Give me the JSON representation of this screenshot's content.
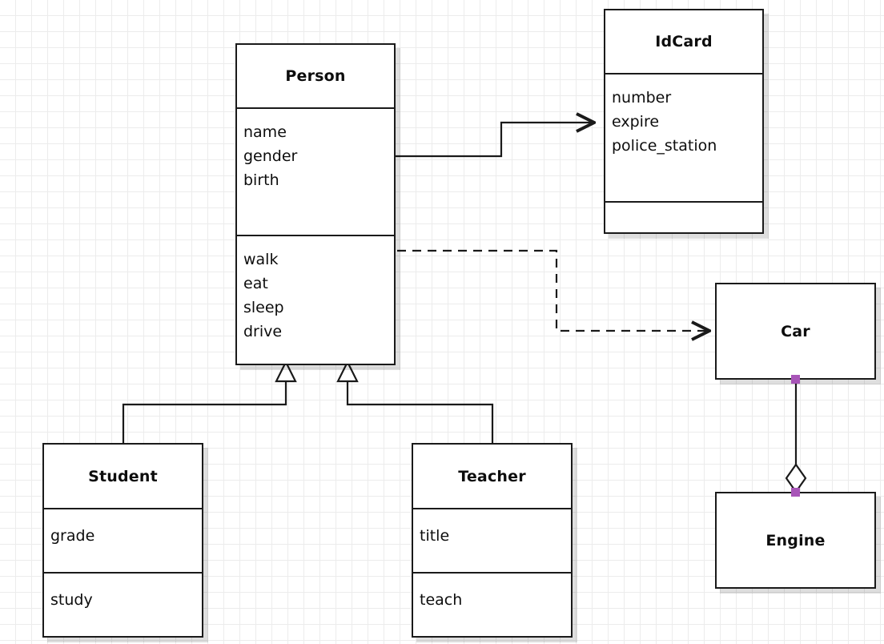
{
  "diagram": {
    "type": "uml-class-diagram",
    "background": "#ffffff",
    "grid_color": "#ececec",
    "line_color": "#1a1a1a",
    "handle_color": "#a855b8"
  },
  "classes": {
    "person": {
      "name": "Person",
      "attributes": [
        "name",
        "gender",
        "birth"
      ],
      "operations": [
        "walk",
        "eat",
        "sleep",
        "drive"
      ]
    },
    "idcard": {
      "name": "IdCard",
      "attributes": [
        "number",
        "expire",
        "police_station"
      ],
      "operations": []
    },
    "student": {
      "name": "Student",
      "attributes": [
        "grade"
      ],
      "operations": [
        "study"
      ]
    },
    "teacher": {
      "name": "Teacher",
      "attributes": [
        "title"
      ],
      "operations": [
        "teach"
      ]
    },
    "car": {
      "name": "Car"
    },
    "engine": {
      "name": "Engine"
    }
  },
  "relationships": [
    {
      "id": "person-idcard",
      "kind": "association",
      "from": "Person",
      "to": "IdCard",
      "line": "solid",
      "arrow": "open-arrow"
    },
    {
      "id": "person-car",
      "kind": "dependency",
      "from": "Person",
      "to": "Car",
      "line": "dashed",
      "arrow": "open-arrow"
    },
    {
      "id": "student-person",
      "kind": "generalization",
      "from": "Student",
      "to": "Person",
      "line": "solid",
      "arrow": "hollow-triangle"
    },
    {
      "id": "teacher-person",
      "kind": "generalization",
      "from": "Teacher",
      "to": "Person",
      "line": "solid",
      "arrow": "hollow-triangle"
    },
    {
      "id": "car-engine",
      "kind": "aggregation",
      "from": "Car",
      "to": "Engine",
      "line": "solid",
      "arrow": "hollow-diamond",
      "selected": true
    }
  ]
}
